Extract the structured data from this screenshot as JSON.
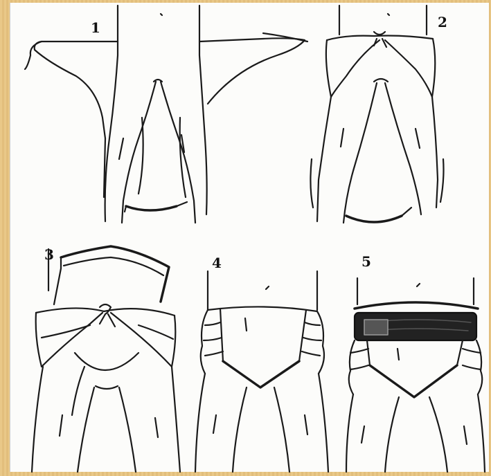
{
  "steps": [
    {
      "number": "1"
    },
    {
      "number": "2"
    },
    {
      "number": "3"
    },
    {
      "number": "4"
    },
    {
      "number": "5"
    }
  ],
  "colors": {
    "line": "#1a1a1a",
    "paper": "#fcfcfa",
    "border": "#e6c585",
    "belt": "#222222"
  }
}
